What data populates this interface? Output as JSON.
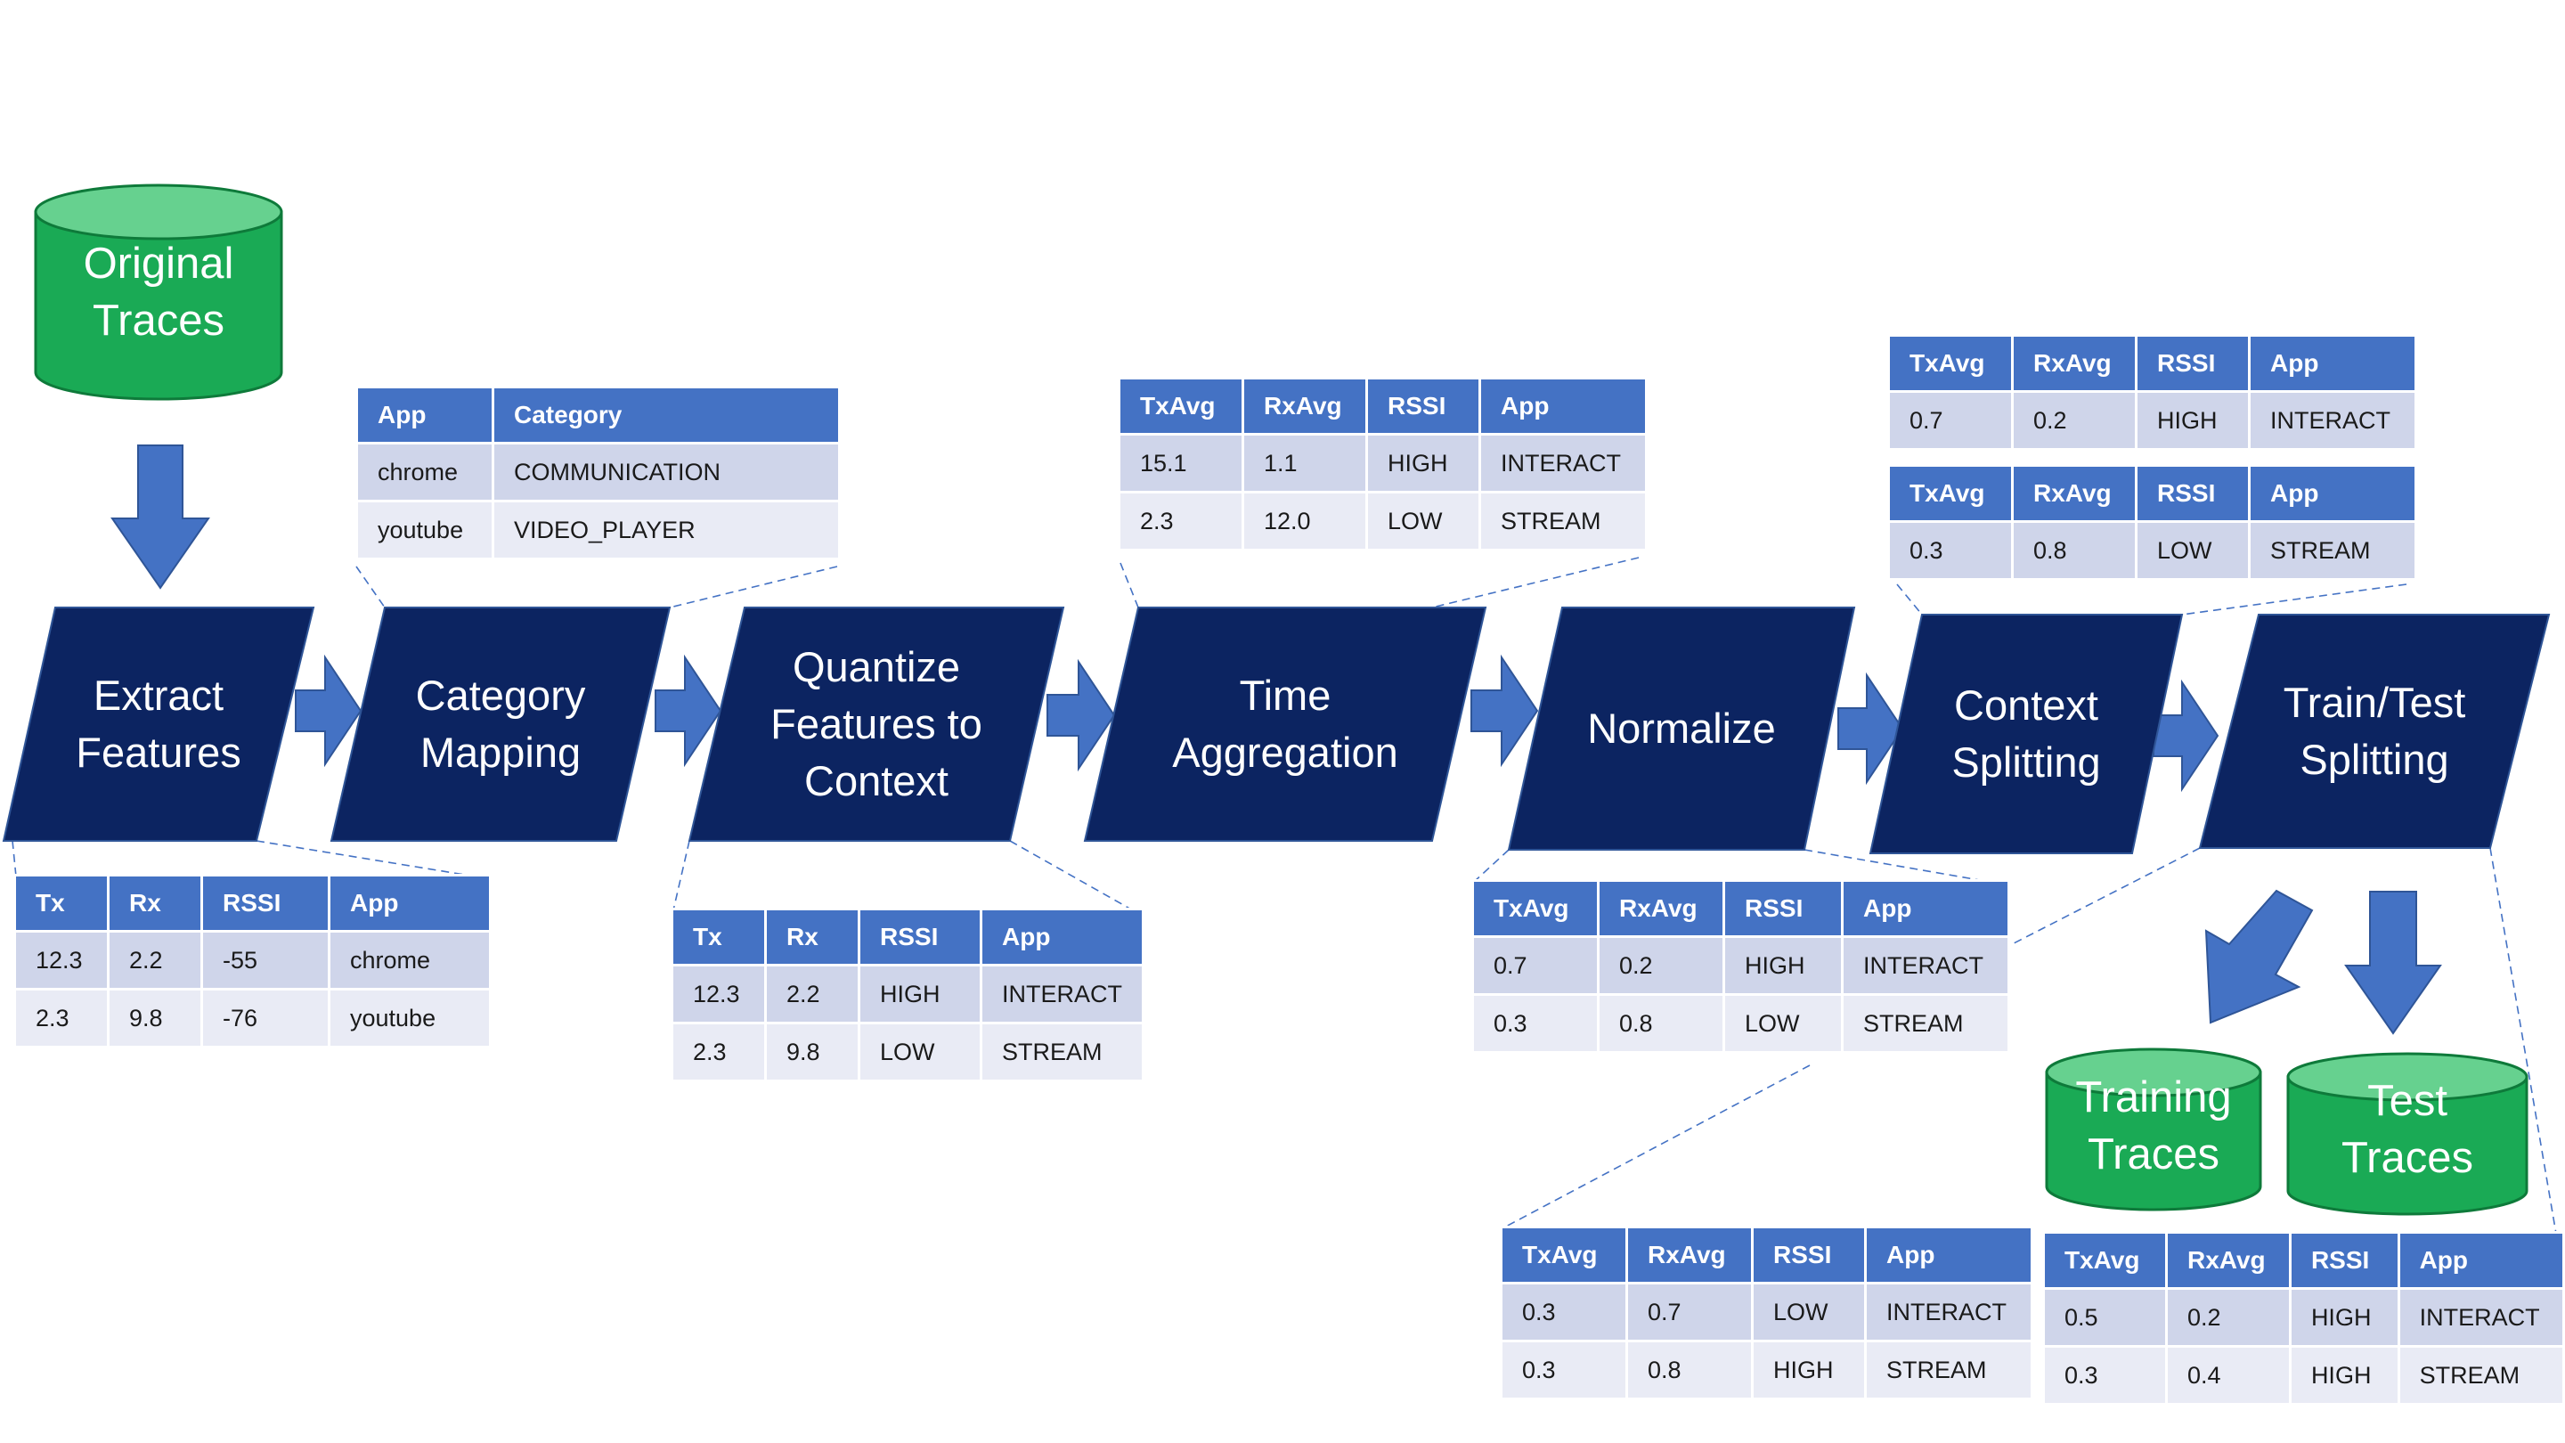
{
  "colors": {
    "step_fill": "#0c2461",
    "arrow_fill": "#4472c4",
    "db_fill": "#1aaa55",
    "db_top": "#66d18f",
    "table_header": "#4472c4",
    "table_row_odd": "#cfd5ea",
    "table_row_even": "#e9ebf5",
    "connector": "#4472c4"
  },
  "databases": [
    {
      "id": "original",
      "lines": [
        "Original",
        "Traces"
      ]
    },
    {
      "id": "training",
      "lines": [
        "Training",
        "Traces"
      ]
    },
    {
      "id": "test",
      "lines": [
        "Test",
        "Traces"
      ]
    }
  ],
  "steps": [
    {
      "id": "extract",
      "lines": [
        "Extract",
        "Features"
      ]
    },
    {
      "id": "category",
      "lines": [
        "Category",
        "Mapping"
      ]
    },
    {
      "id": "quantize",
      "lines": [
        "Quantize",
        "Features to",
        "Context"
      ]
    },
    {
      "id": "time",
      "lines": [
        "Time",
        "Aggregation"
      ]
    },
    {
      "id": "normalize",
      "lines": [
        "Normalize"
      ]
    },
    {
      "id": "context",
      "lines": [
        "Context",
        "Splitting"
      ]
    },
    {
      "id": "traintest",
      "lines": [
        "Train/Test",
        "Splitting"
      ]
    }
  ],
  "tables": {
    "category_map": {
      "headers": [
        "App",
        "Category"
      ],
      "rows": [
        [
          "chrome",
          "COMMUNICATION"
        ],
        [
          "youtube",
          "VIDEO_PLAYER"
        ]
      ]
    },
    "extracted": {
      "headers": [
        "Tx",
        "Rx",
        "RSSI",
        "App"
      ],
      "rows": [
        [
          "12.3",
          "2.2",
          "-55",
          "chrome"
        ],
        [
          "2.3",
          "9.8",
          "-76",
          "youtube"
        ]
      ]
    },
    "quantized": {
      "headers": [
        "Tx",
        "Rx",
        "RSSI",
        "App"
      ],
      "rows": [
        [
          "12.3",
          "2.2",
          "HIGH",
          "INTERACT"
        ],
        [
          "2.3",
          "9.8",
          "LOW",
          "STREAM"
        ]
      ]
    },
    "time_agg": {
      "headers": [
        "TxAvg",
        "RxAvg",
        "RSSI",
        "App"
      ],
      "rows": [
        [
          "15.1",
          "1.1",
          "HIGH",
          "INTERACT"
        ],
        [
          "2.3",
          "12.0",
          "LOW",
          "STREAM"
        ]
      ]
    },
    "normalized": {
      "headers": [
        "TxAvg",
        "RxAvg",
        "RSSI",
        "App"
      ],
      "rows": [
        [
          "0.7",
          "0.2",
          "HIGH",
          "INTERACT"
        ],
        [
          "0.3",
          "0.8",
          "LOW",
          "STREAM"
        ]
      ]
    },
    "context_a": {
      "headers": [
        "TxAvg",
        "RxAvg",
        "RSSI",
        "App"
      ],
      "rows": [
        [
          "0.7",
          "0.2",
          "HIGH",
          "INTERACT"
        ]
      ]
    },
    "context_b": {
      "headers": [
        "TxAvg",
        "RxAvg",
        "RSSI",
        "App"
      ],
      "rows": [
        [
          "0.3",
          "0.8",
          "LOW",
          "STREAM"
        ]
      ]
    },
    "training": {
      "headers": [
        "TxAvg",
        "RxAvg",
        "RSSI",
        "App"
      ],
      "rows": [
        [
          "0.3",
          "0.7",
          "LOW",
          "INTERACT"
        ],
        [
          "0.3",
          "0.8",
          "HIGH",
          "STREAM"
        ]
      ]
    },
    "test": {
      "headers": [
        "TxAvg",
        "RxAvg",
        "RSSI",
        "App"
      ],
      "rows": [
        [
          "0.5",
          "0.2",
          "HIGH",
          "INTERACT"
        ],
        [
          "0.3",
          "0.4",
          "HIGH",
          "STREAM"
        ]
      ]
    }
  }
}
